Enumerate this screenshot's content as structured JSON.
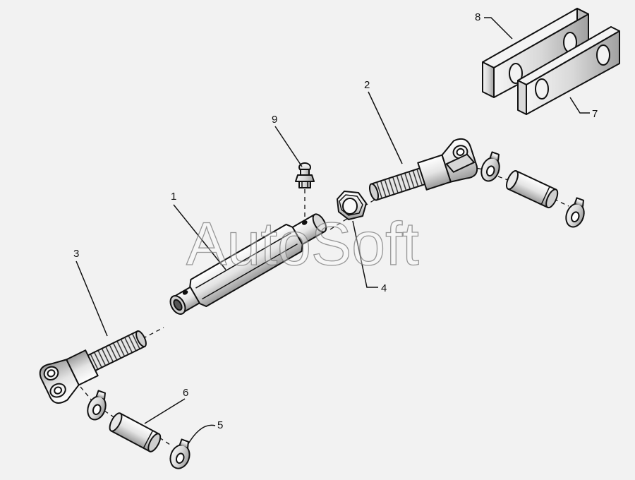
{
  "watermark": "AutoSoft",
  "callouts": {
    "c1": "1",
    "c2": "2",
    "c3": "3",
    "c4": "4",
    "c5": "5",
    "c6": "6",
    "c7": "7",
    "c8": "8",
    "c9": "9"
  }
}
